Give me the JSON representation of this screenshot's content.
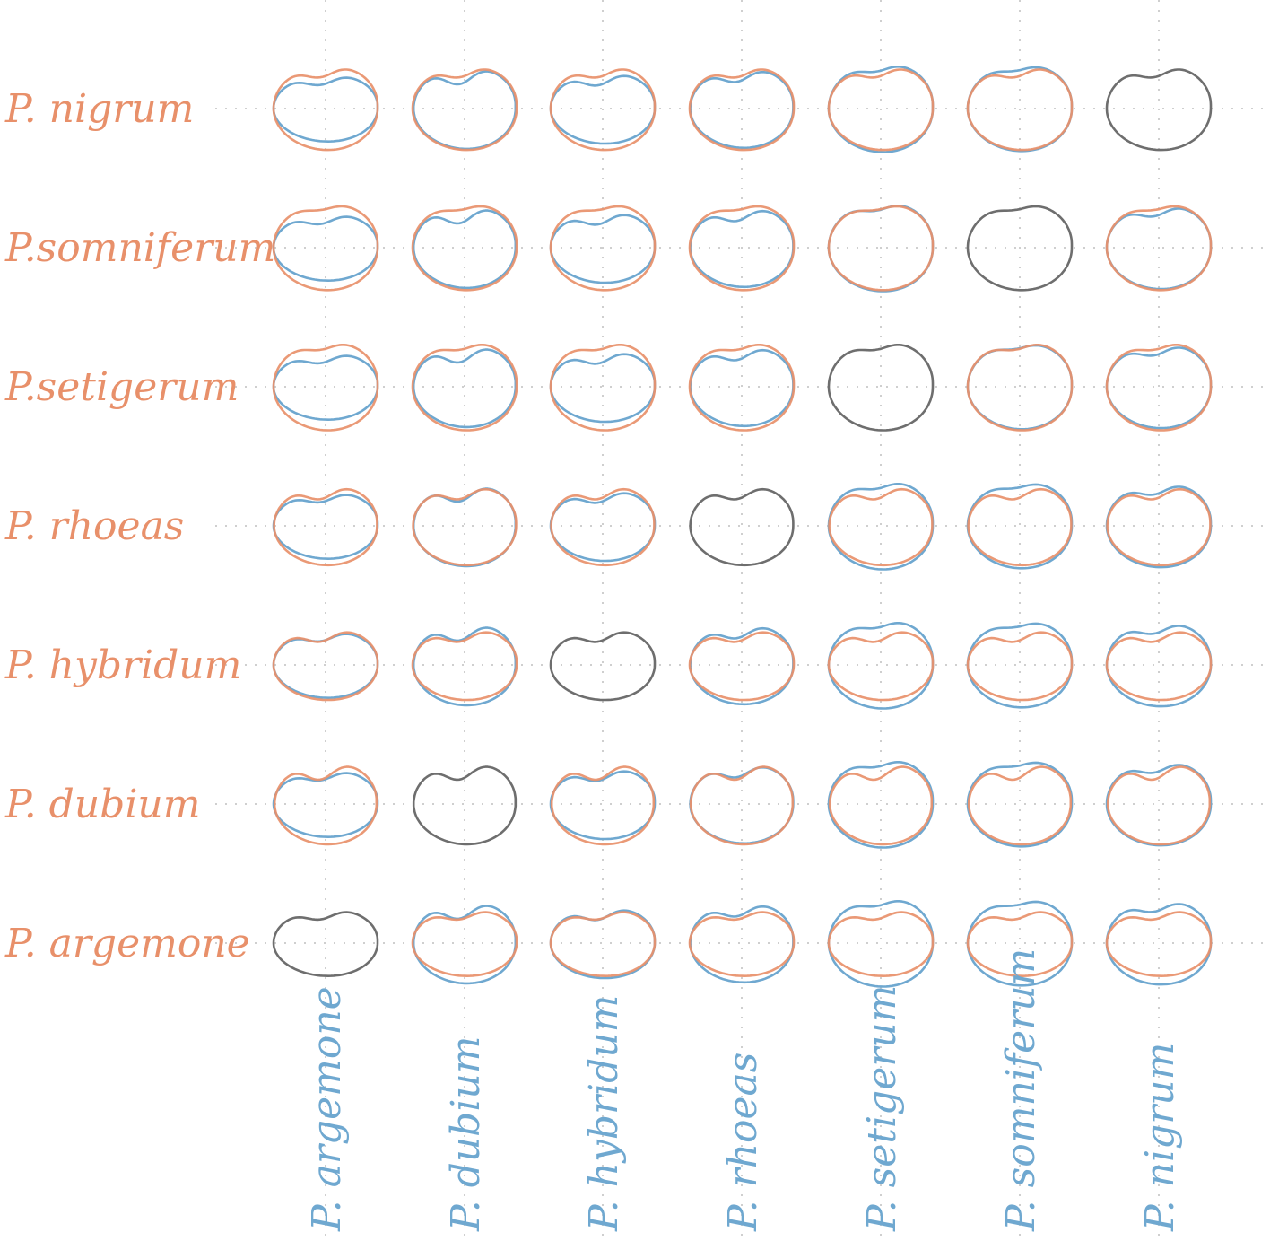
{
  "colors": {
    "row_species": "#e8906a",
    "col_species": "#6fa8d0",
    "self": "#6e6e6e",
    "grid": "#cfcfcf"
  },
  "row_labels": [
    "P. nigrum",
    "P.somniferum",
    "P.setigerum",
    "P. rhoeas",
    "P. hybridum",
    "P. dubium",
    "P. argemone"
  ],
  "col_labels": [
    "P. argemone",
    "P. dubium",
    "P. hybridum",
    "P. rhoeas",
    "P. setigerum",
    "P. somniferum",
    "P. nigrum"
  ],
  "species_shapes": {
    "P. argemone": {
      "width": 1.0,
      "height": 0.62,
      "notch": 0.34
    },
    "P. dubium": {
      "width": 0.98,
      "height": 0.76,
      "notch": 0.46
    },
    "P. hybridum": {
      "width": 1.0,
      "height": 0.66,
      "notch": 0.4
    },
    "P. rhoeas": {
      "width": 0.99,
      "height": 0.74,
      "notch": 0.38
    },
    "P. setigerum": {
      "width": 1.0,
      "height": 0.82,
      "notch": 0.2
    },
    "P. somniferum": {
      "width": 1.0,
      "height": 0.8,
      "notch": 0.16
    },
    "P. nigrum": {
      "width": 1.0,
      "height": 0.78,
      "notch": 0.3
    }
  }
}
